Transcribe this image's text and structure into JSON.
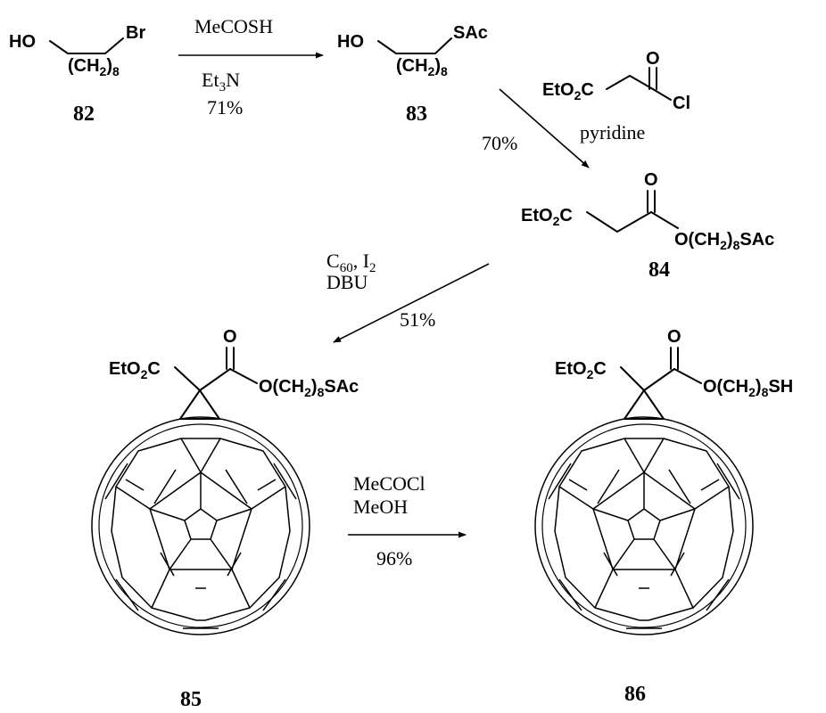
{
  "compounds": {
    "c82": {
      "label": "82",
      "atoms": {
        "oh": "HO",
        "br": "Br",
        "chain": "(CH2)8"
      }
    },
    "c83": {
      "label": "83",
      "atoms": {
        "oh": "HO",
        "sac": "SAc",
        "chain": "(CH2)8"
      }
    },
    "c84": {
      "label": "84",
      "atoms": {
        "ester": "EtO2C",
        "o": "O",
        "tail": "O(CH2)8SAc"
      }
    },
    "c85": {
      "label": "85",
      "atoms": {
        "ester": "EtO2C",
        "o": "O",
        "tail": "O(CH2)8SAc"
      }
    },
    "c86": {
      "label": "86",
      "atoms": {
        "ester": "EtO2C",
        "o": "O",
        "tail": "O(CH2)8SH"
      }
    },
    "acyl_chloride": {
      "ester": "EtO2C",
      "o": "O",
      "cl": "Cl"
    }
  },
  "steps": [
    {
      "id": "step1",
      "reagents_above": "MeCOSH",
      "reagents_below": [
        "Et3N",
        "71%"
      ]
    },
    {
      "id": "step2",
      "solvent": "pyridine",
      "yield": "70%"
    },
    {
      "id": "step3",
      "reagents": [
        "C60, I2",
        "DBU"
      ],
      "yield": "51%"
    },
    {
      "id": "step4",
      "reagents": [
        "MeCOCl",
        "MeOH"
      ],
      "yield": "96%"
    }
  ]
}
